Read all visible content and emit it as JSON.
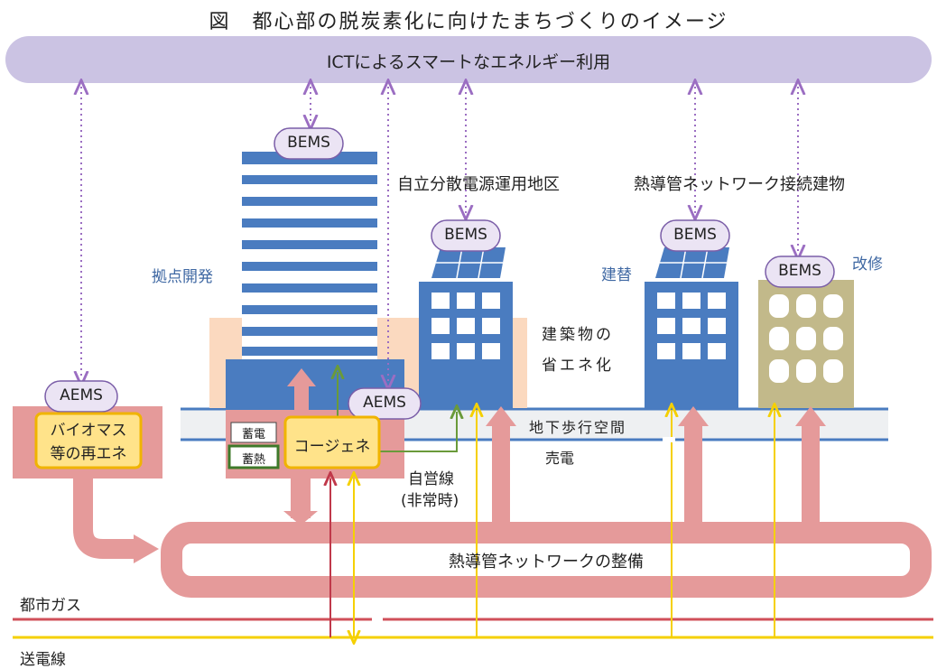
{
  "figure": {
    "title": "図　都心部の脱炭素化に向けたまちづくりのイメージ",
    "ict_bar": "ICTによるスマートなエネルギー利用",
    "labels": {
      "bems": "BEMS",
      "aems": "AEMS",
      "kyoten": "拠点開発",
      "jiritsu": "自立分散電源運用地区",
      "netsudo_setsuzoku": "熱導管ネットワーク接続建物",
      "tatekae": "建替",
      "kaishu": "改修",
      "shoene_line1": "建築物の",
      "shoene_line2": "省エネ化",
      "chika": "地下歩行空間",
      "baiden": "売電",
      "jieisen_line1": "自営線",
      "jieisen_line2": "(非常時)",
      "biomass_line1": "バイオマス",
      "biomass_line2": "等の再エネ",
      "chikuden": "蓄電",
      "chikunetsu": "蓄熱",
      "cogene": "コージェネ",
      "network": "熱導管ネットワークの整備",
      "toshigas": "都市ガス",
      "soudensen": "送電線"
    },
    "colors": {
      "ict_bar": "#cbc3e3",
      "building_blue": "#4a7cc0",
      "heat_pipe": "#e59a9a",
      "gas_line": "#d0505a",
      "power_line": "#f5d000",
      "ems_link": "#9b6ec2",
      "renovated_building": "#c2b98a",
      "label_blue": "#3f68a3"
    }
  }
}
